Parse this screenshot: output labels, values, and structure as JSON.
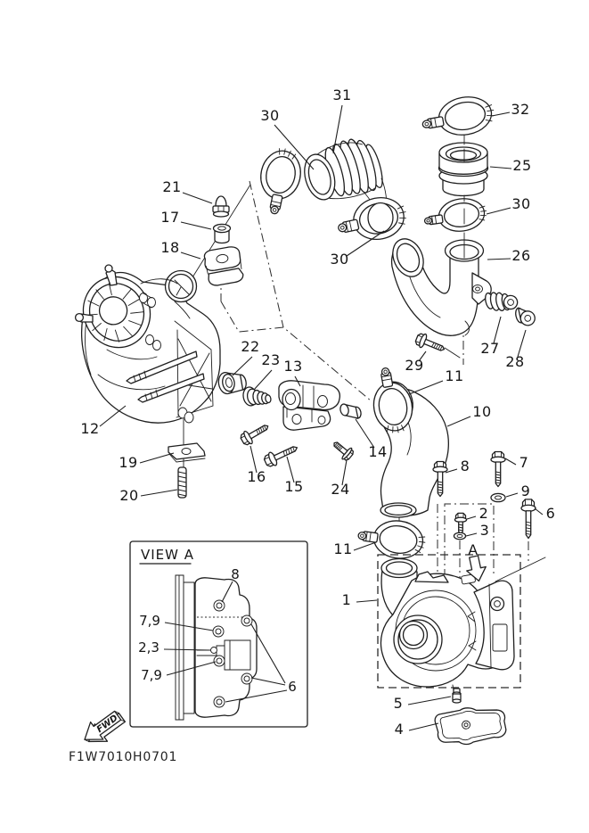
{
  "figure": {
    "code": "F1W7010H0701"
  },
  "inset": {
    "title": "VIEW A"
  },
  "fwd": {
    "label": "FWD"
  },
  "sight": {
    "label": "A"
  },
  "callouts": [
    {
      "text": "30"
    },
    {
      "text": "31"
    },
    {
      "text": "32"
    },
    {
      "text": "25"
    },
    {
      "text": "30"
    },
    {
      "text": "26"
    },
    {
      "text": "21"
    },
    {
      "text": "17"
    },
    {
      "text": "18"
    },
    {
      "text": "30"
    },
    {
      "text": "27"
    },
    {
      "text": "28"
    },
    {
      "text": "29"
    },
    {
      "text": "22"
    },
    {
      "text": "23"
    },
    {
      "text": "13"
    },
    {
      "text": "11"
    },
    {
      "text": "10"
    },
    {
      "text": "12"
    },
    {
      "text": "14"
    },
    {
      "text": "16"
    },
    {
      "text": "15"
    },
    {
      "text": "24"
    },
    {
      "text": "19"
    },
    {
      "text": "20"
    },
    {
      "text": "8"
    },
    {
      "text": "7"
    },
    {
      "text": "9"
    },
    {
      "text": "2"
    },
    {
      "text": "3"
    },
    {
      "text": "6"
    },
    {
      "text": "11"
    },
    {
      "text": "1"
    },
    {
      "text": "5"
    },
    {
      "text": "4"
    }
  ],
  "inset_callouts": [
    {
      "text": "8"
    },
    {
      "text": "7,9"
    },
    {
      "text": "2,3"
    },
    {
      "text": "7,9"
    },
    {
      "text": "6"
    }
  ]
}
